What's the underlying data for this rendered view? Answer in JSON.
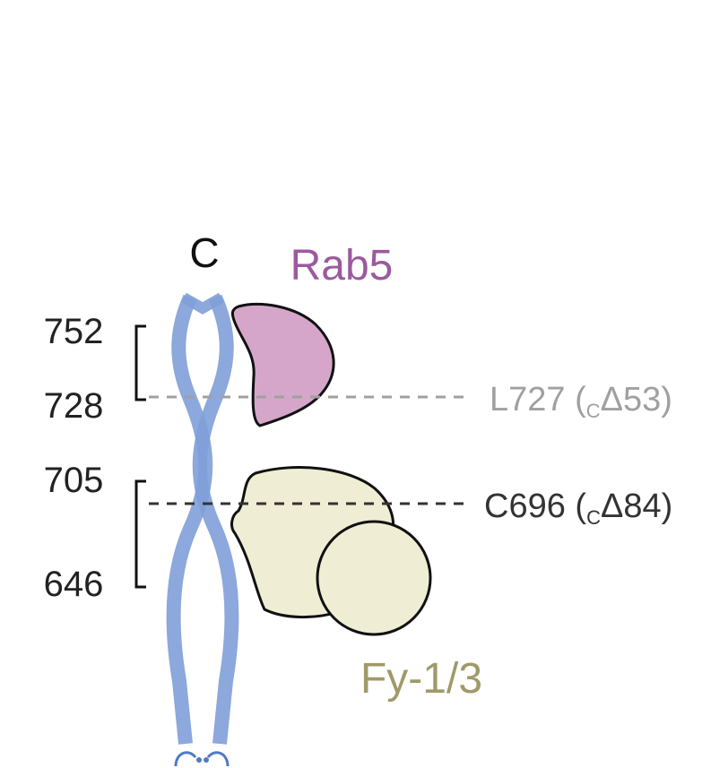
{
  "terminus_label": "C",
  "residue_labels": {
    "r752": "752",
    "r728": "728",
    "r705": "705",
    "r646": "646"
  },
  "binding_partners": {
    "rab5": {
      "label": "Rab5",
      "color": "#9b5a9e",
      "fill": "#d5a6ca"
    },
    "fy": {
      "label": "Fy-1/3",
      "color": "#a09a68",
      "fill": "#efeed5"
    }
  },
  "truncations": {
    "l727": {
      "label_main": "L727 (",
      "label_sub": "C",
      "label_rest": "Δ53)",
      "color": "#a0a0a0"
    },
    "c696": {
      "label_main": "C696 (",
      "label_sub": "C",
      "label_rest": "Δ84)",
      "color": "#333333"
    }
  },
  "colors": {
    "helix": "#7f9fd8",
    "helix_dark": "#4f7ac4",
    "outline": "#111111"
  }
}
